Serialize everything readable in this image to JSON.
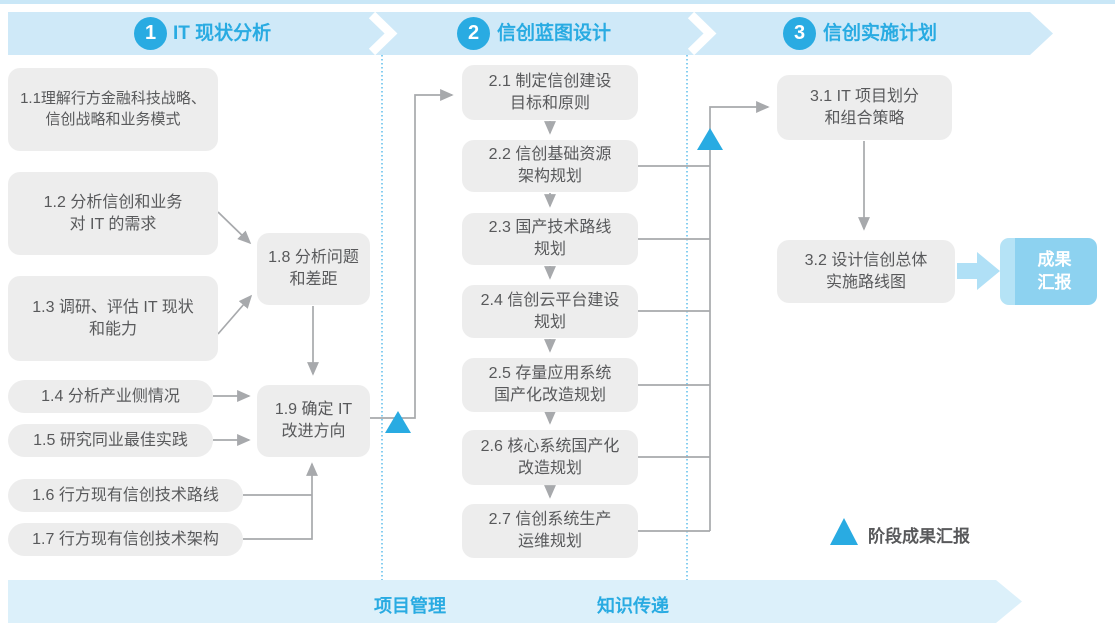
{
  "colors": {
    "accent": "#29abe2",
    "header_band": "#cfe9f8",
    "footer_band": "#dcf0fa",
    "box_bg": "#ededed",
    "box_text": "#58595b",
    "connector_gray": "#a7a9ac",
    "dotted_divider": "#45b4e8",
    "deliverable_bg": "#8dd2f0",
    "deliverable_stripe": "#b5e3f6",
    "block_arrow": "#b0e0f6"
  },
  "phases": [
    {
      "number": "1",
      "title": "IT 现状分析"
    },
    {
      "number": "2",
      "title": "信创蓝图设计"
    },
    {
      "number": "3",
      "title": "信创实施计划"
    }
  ],
  "steps": {
    "s11": {
      "line1": "1.1理解行方金融科技战略、",
      "line2": "信创战略和业务模式"
    },
    "s12": {
      "line1": "1.2 分析信创和业务",
      "line2": "对 IT 的需求"
    },
    "s13": {
      "line1": "1.3 调研、评估 IT 现状",
      "line2": "和能力"
    },
    "s14": {
      "line1": "1.4 分析产业侧情况"
    },
    "s15": {
      "line1": "1.5 研究同业最佳实践"
    },
    "s16": {
      "line1": "1.6 行方现有信创技术路线"
    },
    "s17": {
      "line1": "1.7 行方现有信创技术架构"
    },
    "s18": {
      "line1": "1.8 分析问题",
      "line2": "和差距"
    },
    "s19": {
      "line1": "1.9 确定 IT",
      "line2": "改进方向"
    },
    "s21": {
      "line1": "2.1 制定信创建设",
      "line2": "目标和原则"
    },
    "s22": {
      "line1": "2.2 信创基础资源",
      "line2": "架构规划"
    },
    "s23": {
      "line1": "2.3 国产技术路线",
      "line2": "规划"
    },
    "s24": {
      "line1": "2.4 信创云平台建设",
      "line2": "规划"
    },
    "s25": {
      "line1": "2.5 存量应用系统",
      "line2": "国产化改造规划"
    },
    "s26": {
      "line1": "2.6 核心系统国产化",
      "line2": "改造规划"
    },
    "s27": {
      "line1": "2.7 信创系统生产",
      "line2": "运维规划"
    },
    "s31": {
      "line1": "3.1 IT 项目划分",
      "line2": "和组合策略"
    },
    "s32": {
      "line1": "3.2 设计信创总体",
      "line2": "实施路线图"
    }
  },
  "deliverable": {
    "line1": "成果",
    "line2": "汇报"
  },
  "legend": {
    "milestone_label": "阶段成果汇报"
  },
  "footer": {
    "project_management": "项目管理",
    "knowledge_transfer": "知识传递"
  }
}
